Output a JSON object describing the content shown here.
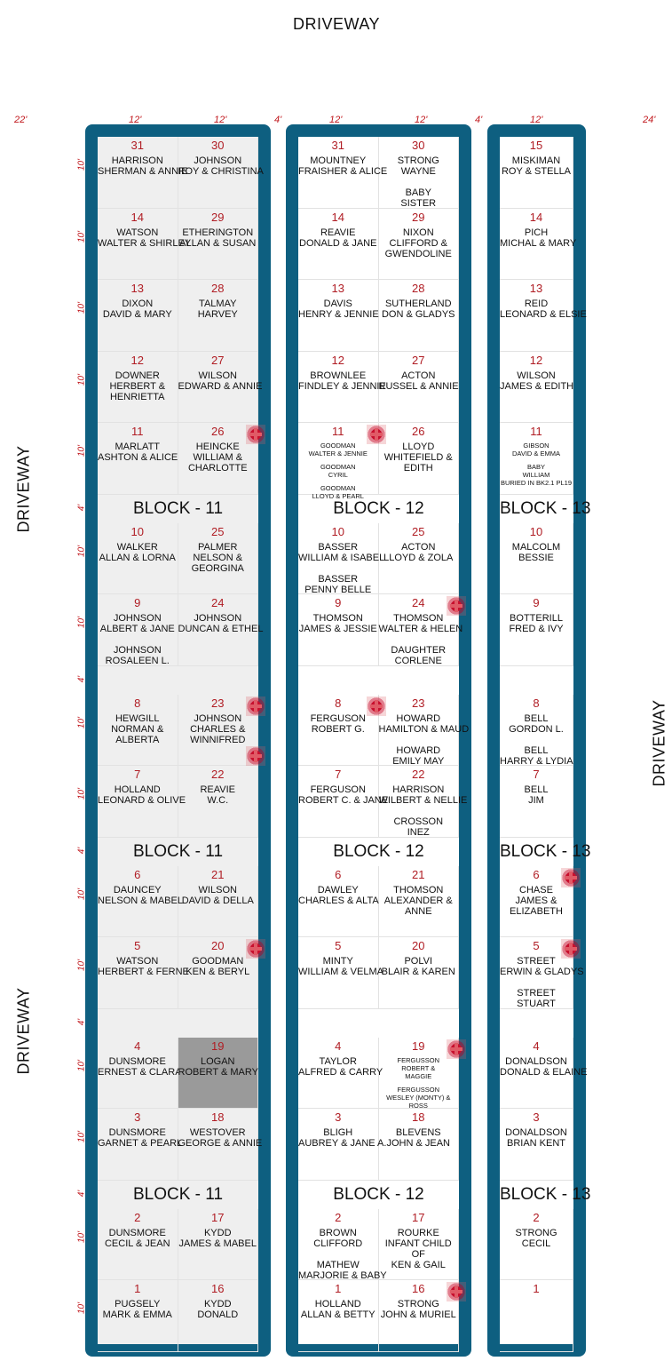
{
  "driveway_label": "DRIVEWAY",
  "block_labels": {
    "b11": "BLOCK - 11",
    "b12": "BLOCK - 12",
    "b13": "BLOCK - 13"
  },
  "dims": {
    "left_margin": "22'",
    "col": "12'",
    "aisle": "4'",
    "right_margin": "24'",
    "row": "10'",
    "band": "4'"
  },
  "colors": {
    "frame": "#0e5f80",
    "lot_number": "#b01d24",
    "dimension": "#c0161b",
    "block11_fill": "#efefef",
    "highlight_fill": "#9a9a9a"
  },
  "block11": {
    "left": [
      {
        "n": "31",
        "names": [
          "HARRISON",
          "SHERMAN & ANNIE"
        ]
      },
      {
        "n": "14",
        "names": [
          "WATSON",
          "WALTER & SHIRLEY"
        ]
      },
      {
        "n": "13",
        "names": [
          "DIXON",
          "DAVID & MARY"
        ]
      },
      {
        "n": "12",
        "names": [
          "DOWNER",
          "HERBERT &",
          "HENRIETTA"
        ]
      },
      {
        "n": "11",
        "names": [
          "MARLATT",
          "ASHTON & ALICE"
        ]
      },
      {
        "n": "10",
        "names": [
          "WALKER",
          "ALLAN & LORNA"
        ]
      },
      {
        "n": "9",
        "names": [
          "JOHNSON",
          "ALBERT & JANE",
          "",
          "JOHNSON",
          "ROSALEEN L."
        ]
      },
      {
        "n": "8",
        "names": [
          "HEWGILL",
          "NORMAN &",
          "ALBERTA"
        ]
      },
      {
        "n": "7",
        "names": [
          "HOLLAND",
          "LEONARD & OLIVE"
        ]
      },
      {
        "n": "6",
        "names": [
          "DAUNCEY",
          "NELSON & MABEL"
        ]
      },
      {
        "n": "5",
        "names": [
          "WATSON",
          "HERBERT & FERNE"
        ]
      },
      {
        "n": "4",
        "names": [
          "DUNSMORE",
          "ERNEST & CLARA"
        ]
      },
      {
        "n": "3",
        "names": [
          "DUNSMORE",
          "GARNET & PEARL"
        ]
      },
      {
        "n": "2",
        "names": [
          "DUNSMORE",
          "CECIL & JEAN"
        ]
      },
      {
        "n": "1",
        "names": [
          "PUGSELY",
          "MARK & EMMA"
        ]
      }
    ],
    "right": [
      {
        "n": "30",
        "names": [
          "JOHNSON",
          "ROY & CHRISTINA"
        ]
      },
      {
        "n": "29",
        "names": [
          "ETHERINGTON",
          "ALLAN & SUSAN"
        ]
      },
      {
        "n": "28",
        "names": [
          "TALMAY",
          "HARVEY"
        ]
      },
      {
        "n": "27",
        "names": [
          "WILSON",
          "EDWARD & ANNIE"
        ]
      },
      {
        "n": "26",
        "names": [
          "HEINCKE",
          "WILLIAM &",
          "CHARLOTTE"
        ],
        "marker": true
      },
      {
        "n": "25",
        "names": [
          "PALMER",
          "NELSON &",
          "GEORGINA"
        ]
      },
      {
        "n": "24",
        "names": [
          "JOHNSON",
          "DUNCAN & ETHEL"
        ]
      },
      {
        "n": "23",
        "names": [
          "JOHNSON",
          "CHARLES &",
          "WINNIFRED"
        ],
        "marker": true,
        "marker2": true
      },
      {
        "n": "22",
        "names": [
          "REAVIE",
          "W.C."
        ]
      },
      {
        "n": "21",
        "names": [
          "WILSON",
          "DAVID & DELLA"
        ]
      },
      {
        "n": "20",
        "names": [
          "GOODMAN",
          "KEN & BERYL"
        ],
        "marker": true
      },
      {
        "n": "19",
        "names": [
          "LOGAN",
          "ROBERT & MARY"
        ],
        "highlight": true
      },
      {
        "n": "18",
        "names": [
          "WESTOVER",
          "GEORGE & ANNIE"
        ]
      },
      {
        "n": "17",
        "names": [
          "KYDD",
          "JAMES & MABEL"
        ]
      },
      {
        "n": "16",
        "names": [
          "KYDD",
          "DONALD"
        ]
      }
    ]
  },
  "block12": {
    "left": [
      {
        "n": "31",
        "names": [
          "MOUNTNEY",
          "FRAISHER & ALICE"
        ]
      },
      {
        "n": "14",
        "names": [
          "REAVIE",
          "DONALD & JANE"
        ]
      },
      {
        "n": "13",
        "names": [
          "DAVIS",
          "HENRY & JENNIE"
        ]
      },
      {
        "n": "12",
        "names": [
          "BROWNLEE",
          "FINDLEY & JENNIE"
        ]
      },
      {
        "n": "11",
        "names": [
          "GOODMAN",
          "WALTER & JENNIE",
          "",
          "GOODMAN",
          "CYRIL",
          "",
          "GOODMAN",
          "LLOYD & PEARL"
        ],
        "small": true,
        "marker": true
      },
      {
        "n": "10",
        "names": [
          "BASSER",
          "WILLIAM & ISABEL",
          "",
          "BASSER",
          "PENNY BELLE"
        ]
      },
      {
        "n": "9",
        "names": [
          "THOMSON",
          "JAMES & JESSIE"
        ]
      },
      {
        "n": "8",
        "names": [
          "FERGUSON",
          "ROBERT  G."
        ],
        "marker": true
      },
      {
        "n": "7",
        "names": [
          "FERGUSON",
          "ROBERT  C. & JANE"
        ]
      },
      {
        "n": "6",
        "names": [
          "DAWLEY",
          "CHARLES & ALTA"
        ]
      },
      {
        "n": "5",
        "names": [
          "MINTY",
          "WILLIAM & VELMA"
        ]
      },
      {
        "n": "4",
        "names": [
          "TAYLOR",
          "ALFRED & CARRY"
        ]
      },
      {
        "n": "3",
        "names": [
          "BLIGH",
          "AUBREY & JANE A."
        ]
      },
      {
        "n": "2",
        "names": [
          "BROWN",
          "CLIFFORD",
          "",
          "MATHEW",
          "MARJORIE & BABY"
        ]
      },
      {
        "n": "1",
        "names": [
          "HOLLAND",
          "ALLAN & BETTY"
        ]
      }
    ],
    "right": [
      {
        "n": "30",
        "names": [
          "STRONG",
          "WAYNE",
          "",
          "BABY",
          "SISTER"
        ]
      },
      {
        "n": "29",
        "names": [
          "NIXON",
          "CLIFFORD &",
          "GWENDOLINE"
        ]
      },
      {
        "n": "28",
        "names": [
          "SUTHERLAND",
          "DON & GLADYS"
        ]
      },
      {
        "n": "27",
        "names": [
          "ACTON",
          "RUSSEL & ANNIE"
        ]
      },
      {
        "n": "26",
        "names": [
          "LLOYD",
          "WHITEFIELD &",
          "EDITH"
        ]
      },
      {
        "n": "25",
        "names": [
          "ACTON",
          "LLOYD & ZOLA"
        ]
      },
      {
        "n": "24",
        "names": [
          "THOMSON",
          "WALTER & HELEN",
          "",
          "DAUGHTER",
          "CORLENE"
        ],
        "marker": true
      },
      {
        "n": "23",
        "names": [
          "HOWARD",
          "HAMILTON & MAUD",
          "",
          "HOWARD",
          "EMILY MAY"
        ]
      },
      {
        "n": "22",
        "names": [
          "HARRISON",
          "WILBERT & NELLIE",
          "",
          "CROSSON",
          "INEZ"
        ]
      },
      {
        "n": "21",
        "names": [
          "THOMSON",
          "ALEXANDER &",
          "ANNE"
        ]
      },
      {
        "n": "20",
        "names": [
          "POLVI",
          "BLAIR & KAREN"
        ]
      },
      {
        "n": "19",
        "names": [
          "FERGUSSON",
          "ROBERT &",
          "MAGGIE",
          "",
          "FERGUSSON",
          "WESLEY (MONTY) &",
          "ROSS"
        ],
        "small": true,
        "marker": true
      },
      {
        "n": "18",
        "names": [
          "BLEVENS",
          "JOHN & JEAN"
        ]
      },
      {
        "n": "17",
        "names": [
          "ROURKE",
          "INFANT CHILD",
          "OF",
          "KEN & GAIL"
        ]
      },
      {
        "n": "16",
        "names": [
          "STRONG",
          "JOHN & MURIEL"
        ],
        "marker": true
      }
    ]
  },
  "block13": {
    "col": [
      {
        "n": "15",
        "names": [
          "MISKIMAN",
          "ROY & STELLA"
        ]
      },
      {
        "n": "14",
        "names": [
          "PICH",
          "MICHAL & MARY"
        ]
      },
      {
        "n": "13",
        "names": [
          "REID",
          "LEONARD & ELSIE"
        ]
      },
      {
        "n": "12",
        "names": [
          "WILSON",
          "JAMES & EDITH"
        ]
      },
      {
        "n": "11",
        "names": [
          "GIBSON",
          "DAVID & EMMA",
          "",
          "BABY",
          "WILLIAM",
          "BURIED IN BK2.1 PL19"
        ],
        "small": true
      },
      {
        "n": "10",
        "names": [
          "MALCOLM",
          "BESSIE"
        ]
      },
      {
        "n": "9",
        "names": [
          "BOTTERILL",
          "FRED & IVY"
        ]
      },
      {
        "n": "8",
        "names": [
          "BELL",
          "GORDON L.",
          "",
          "BELL",
          "HARRY & LYDIA"
        ]
      },
      {
        "n": "7",
        "names": [
          "BELL",
          "JIM"
        ]
      },
      {
        "n": "6",
        "names": [
          "CHASE",
          "JAMES &",
          "ELIZABETH"
        ],
        "marker": true
      },
      {
        "n": "5",
        "names": [
          "STREET",
          "ERWIN & GLADYS",
          "",
          "STREET",
          "STUART"
        ],
        "marker": true
      },
      {
        "n": "4",
        "names": [
          "DONALDSON",
          "DONALD & ELAINE"
        ]
      },
      {
        "n": "3",
        "names": [
          "DONALDSON",
          "BRIAN KENT"
        ]
      },
      {
        "n": "2",
        "names": [
          "STRONG",
          "CECIL"
        ]
      },
      {
        "n": "1",
        "names": [
          ""
        ]
      }
    ]
  }
}
